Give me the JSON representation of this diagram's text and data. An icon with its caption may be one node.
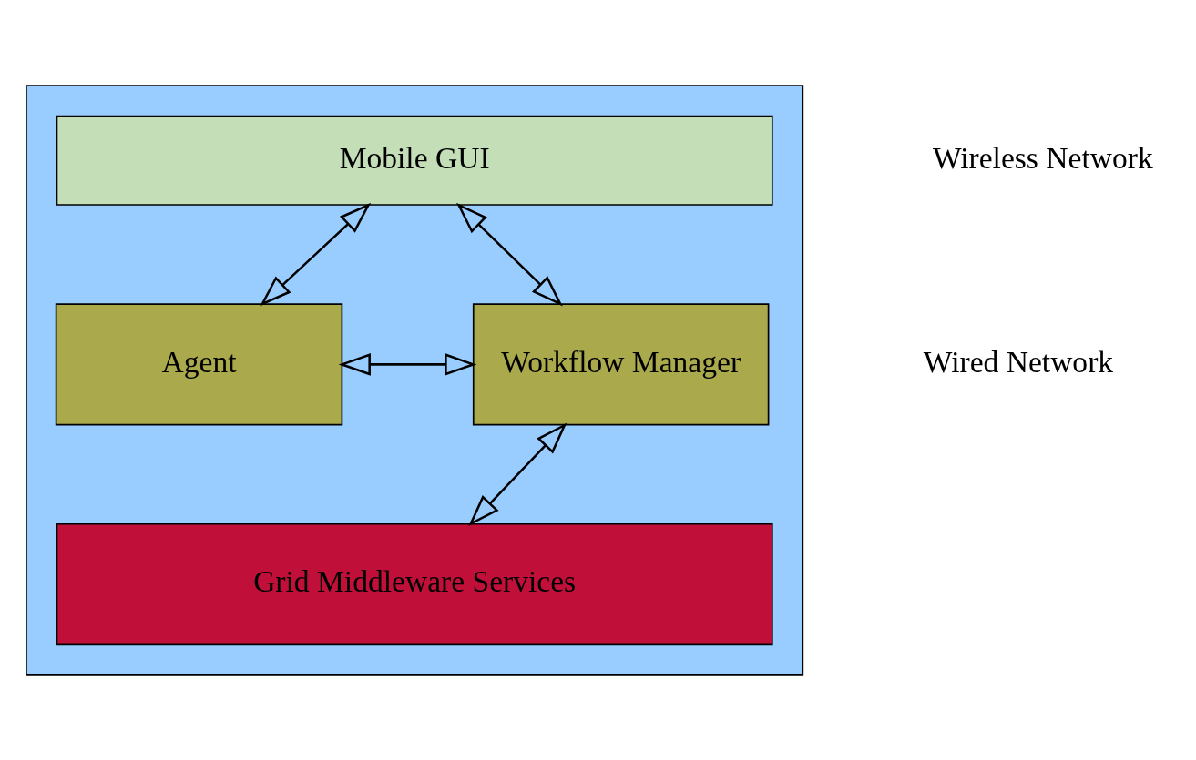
{
  "diagram": {
    "nodes": [
      {
        "text": [],
        "shape": "box"
      },
      {
        "text": [
          "Mobile GUI"
        ],
        "in": 0
      },
      {
        "text": [
          "Agent"
        ],
        "in": 0
      },
      {
        "text": [
          "Workflow Manager"
        ],
        "in": 0
      },
      {
        "text": [
          "Grid Middleware Services"
        ],
        "in": 0
      }
    ],
    "edges": [
      {
        "from": 1,
        "to": 2,
        "arrow": "both"
      },
      {
        "from": 1,
        "to": 3,
        "arrow": "both"
      },
      {
        "from": 2,
        "to": 3,
        "arrow": "both"
      },
      {
        "from": 3,
        "to": 4,
        "arrow": "both"
      }
    ],
    "labels": [
      "Wireless Network",
      "Wired Network"
    ]
  }
}
